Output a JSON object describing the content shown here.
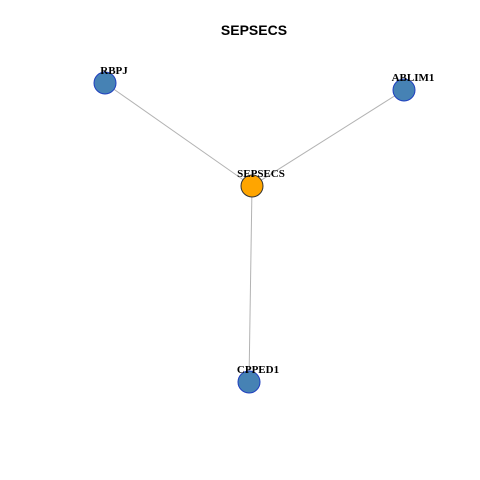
{
  "title": "SEPSECS",
  "colors": {
    "center_fill": "#FFA500",
    "center_stroke": "#333333",
    "neighbor_fill": "#4682B4",
    "neighbor_stroke": "#1f3fbf",
    "edge": "#b3b3b3"
  },
  "nodes": [
    {
      "id": "SEPSECS",
      "label": "SEPSECS",
      "role": "center"
    },
    {
      "id": "RBPJ",
      "label": "RBPJ",
      "role": "neighbor"
    },
    {
      "id": "ABLIM1",
      "label": "ABLIM1",
      "role": "neighbor"
    },
    {
      "id": "CPPED1",
      "label": "CPPED1",
      "role": "neighbor"
    }
  ],
  "edges": [
    {
      "source": "SEPSECS",
      "target": "RBPJ"
    },
    {
      "source": "SEPSECS",
      "target": "ABLIM1"
    },
    {
      "source": "SEPSECS",
      "target": "CPPED1"
    }
  ]
}
